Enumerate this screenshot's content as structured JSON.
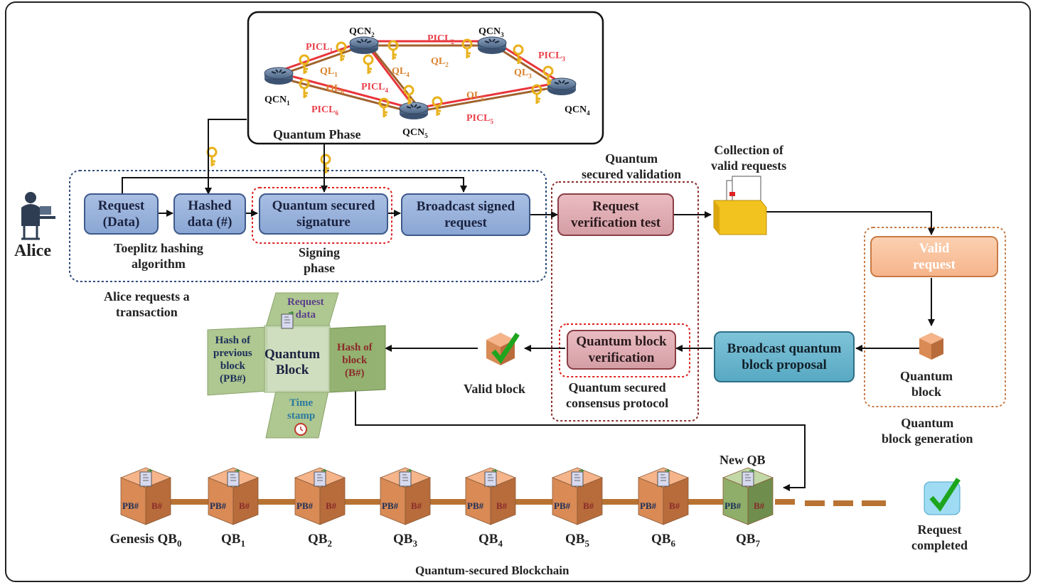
{
  "quantum_phase": {
    "title": "Quantum Phase",
    "nodes": [
      "QCN",
      "QCN",
      "QCN",
      "QCN",
      "QCN",
      "QCN"
    ],
    "node_subs": [
      "1",
      "2",
      "3",
      "4",
      "5"
    ],
    "picl": "PICL",
    "ql": "QL",
    "link_subs": [
      "1",
      "2",
      "3",
      "4",
      "5",
      "6"
    ]
  },
  "alice": {
    "name": "Alice",
    "request_box": "Request\n(Data)",
    "hashed_box": "Hashed\ndata (#)",
    "signature_box": "Quantum secured\nsignature",
    "broadcast_box": "Broadcast signed\nrequest",
    "toeplitz": "Toeplitz hashing\nalgorithm",
    "signing": "Signing\nphase",
    "caption": "Alice requests a\ntransaction"
  },
  "validation": {
    "title": "Quantum\nsecured validation",
    "verification_box": "Request\nverification test",
    "collection": "Collection of\nvalid requests",
    "block_verification_box": "Quantum block\nverification",
    "consensus": "Quantum secured\nconsensus protocol"
  },
  "generation": {
    "valid_request_box": "Valid\nrequest",
    "quantum_block": "Quantum\nblock",
    "title": "Quantum\nblock generation",
    "broadcast_box": "Broadcast quantum\nblock proposal"
  },
  "block_anatomy": {
    "center": "Quantum\nBlock",
    "request_data": "Request\ndata",
    "hash_prev": "Hash of\nprevious\nblock\n(PB#)",
    "hash_block": "Hash of\nblock\n(B#)",
    "time_stamp": "Time\nstamp",
    "valid_block": "Valid block"
  },
  "blockchain": {
    "title": "Quantum-secured Blockchain",
    "pb": "PB#",
    "b": "B#",
    "new_label": "New QB",
    "blocks": [
      "Genesis QB",
      "QB",
      "QB",
      "QB",
      "QB",
      "QB",
      "QB",
      "QB"
    ],
    "block_subs": [
      "0",
      "1",
      "2",
      "3",
      "4",
      "5",
      "6",
      "7"
    ],
    "request_completed": "Request\ncompleted"
  },
  "colors": {
    "picl": "#e8343a",
    "ql": "#a0632e",
    "ql_text": "#d9822b",
    "picl_text": "#e8404a",
    "cube_orange": "#d98a55",
    "cube_green": "#8fae6a",
    "chain": "#b87333"
  }
}
